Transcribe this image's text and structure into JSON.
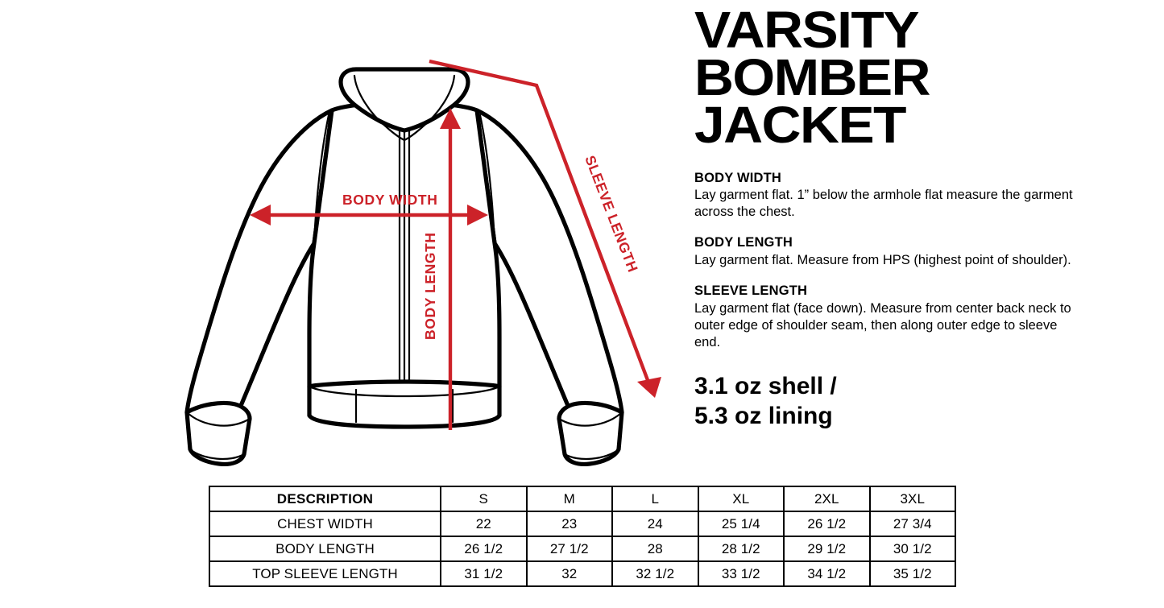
{
  "title": {
    "line1": "VARSITY",
    "line2": "BOMBER",
    "line3": "JACKET"
  },
  "specs": [
    {
      "heading": "BODY WIDTH",
      "text": "Lay garment flat. 1” below the armhole flat measure the garment across the chest."
    },
    {
      "heading": "BODY LENGTH",
      "text": "Lay garment flat. Measure from HPS (highest point of shoulder)."
    },
    {
      "heading": "SLEEVE LENGTH",
      "text": "Lay garment flat (face down). Measure from center back neck to outer edge of shoulder seam, then along outer edge to sleeve end."
    }
  ],
  "fabric_weight": {
    "line1": "3.1 oz shell /",
    "line2": "5.3 oz lining"
  },
  "diagram": {
    "accent_color": "#cc2229",
    "outline_color": "#000000",
    "labels": {
      "body_width": "BODY WIDTH",
      "body_length": "BODY LENGTH",
      "sleeve_length": "SLEEVE LENGTH"
    }
  },
  "size_table": {
    "columns": [
      "DESCRIPTION",
      "S",
      "M",
      "L",
      "XL",
      "2XL",
      "3XL"
    ],
    "rows": [
      {
        "label": "CHEST WIDTH",
        "values": [
          "22",
          "23",
          "24",
          "25 1/4",
          "26 1/2",
          "27 3/4"
        ]
      },
      {
        "label": "BODY LENGTH",
        "values": [
          "26 1/2",
          "27 1/2",
          "28",
          "28 1/2",
          "29 1/2",
          "30 1/2"
        ]
      },
      {
        "label": "TOP SLEEVE LENGTH",
        "values": [
          "31 1/2",
          "32",
          "32 1/2",
          "33 1/2",
          "34 1/2",
          "35 1/2"
        ]
      }
    ]
  }
}
